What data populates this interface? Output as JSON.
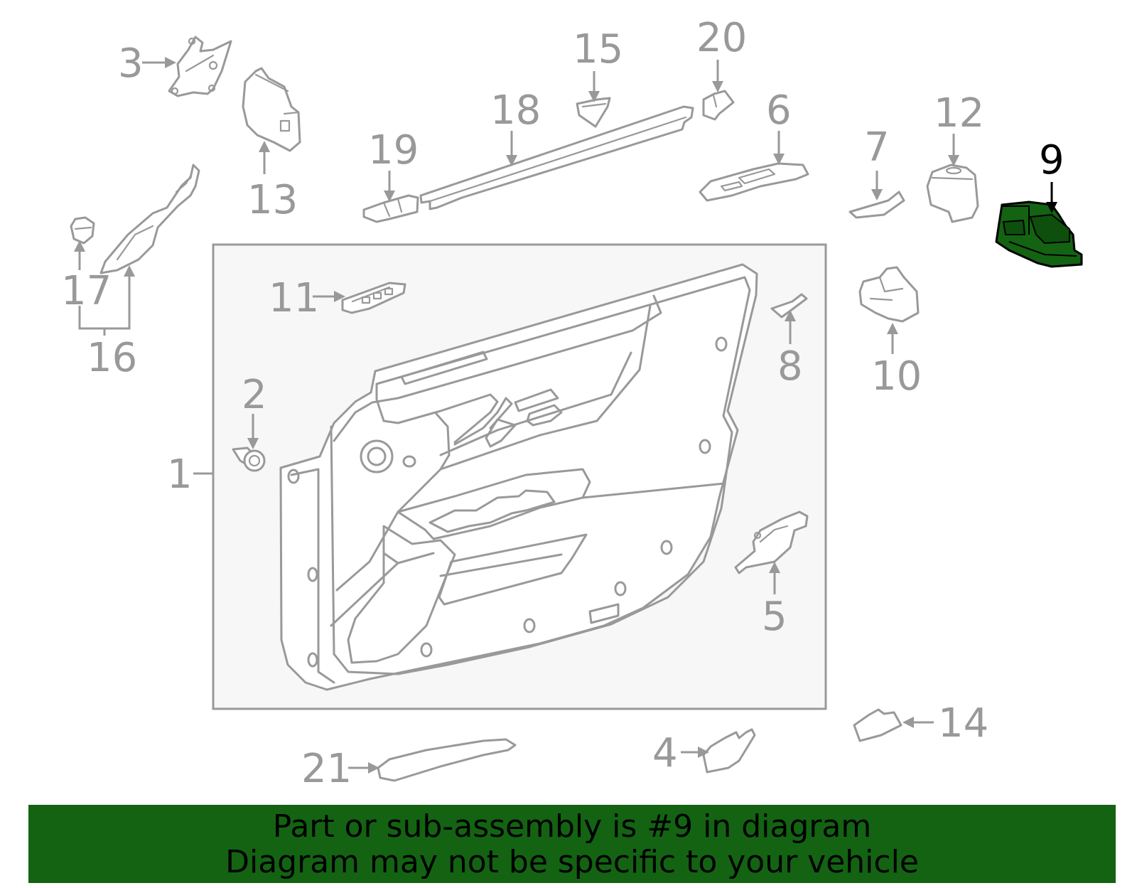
{
  "diagram": {
    "highlighted_part": "9",
    "highlight_color": "#136313",
    "callout_color": "#999999",
    "callouts": {
      "c1": "1",
      "c2": "2",
      "c3": "3",
      "c4": "4",
      "c5": "5",
      "c6": "6",
      "c7": "7",
      "c8": "8",
      "c9": "9",
      "c10": "10",
      "c11": "11",
      "c12": "12",
      "c13": "13",
      "c14": "14",
      "c15": "15",
      "c16": "16",
      "c17": "17",
      "c18": "18",
      "c19": "19",
      "c20": "20",
      "c21": "21"
    }
  },
  "banner": {
    "line1": "Part or sub-assembly is #9 in diagram",
    "line2": "Diagram may not be specific to your vehicle",
    "background": "#136313"
  }
}
